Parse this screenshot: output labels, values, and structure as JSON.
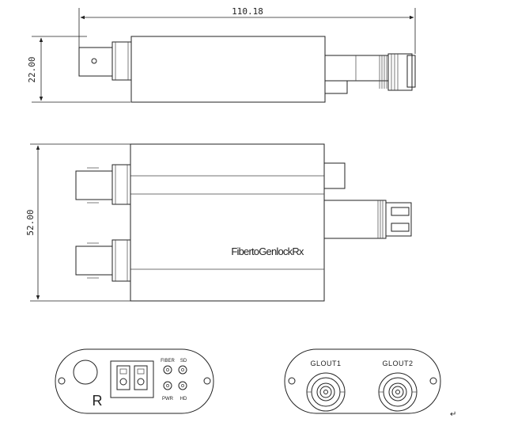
{
  "dimensions": {
    "length": "110.18",
    "height": "22.00",
    "width": "52.00"
  },
  "device_label": "FibertoGenlockRx",
  "rear_panel": {
    "id_letter": "R",
    "leds": {
      "fiber": "FIBER",
      "sd": "SD",
      "pwr": "PWR",
      "hd": "HD"
    }
  },
  "front_panel": {
    "port1": "GLOUT1",
    "port2": "GLOUT2"
  },
  "return_mark": "↵"
}
